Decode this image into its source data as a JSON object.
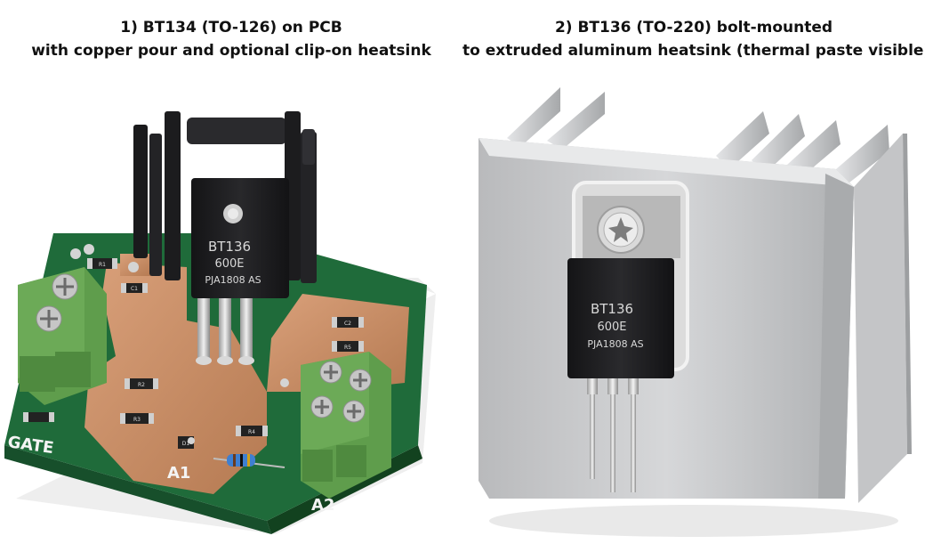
{
  "left_panel": {
    "caption_line1": "1) BT134 (TO-126) on PCB",
    "caption_line2": "with copper pour and optional clip-on heatsink",
    "device_marking": {
      "line1": "BT136",
      "line2": "600E",
      "line3": "PJA1808 AS"
    },
    "silkscreen": {
      "gate": "GATE",
      "a1": "A1",
      "a2": "A2"
    },
    "smd_labels": [
      "R1",
      "C1",
      "R2",
      "R3",
      "D1",
      "R4",
      "C2",
      "R5"
    ]
  },
  "right_panel": {
    "caption_line1": "2) BT136 (TO-220) bolt-mounted",
    "caption_line2": "to extruded aluminum heatsink (thermal paste visible)",
    "device_marking": {
      "line1": "BT136",
      "line2": "600E",
      "line3": "PJA1808 AS"
    }
  },
  "colors": {
    "pcb_green": "#1f6b3a",
    "copper": "#c98c62",
    "terminal_green": "#5f9d4c",
    "heatsink_black": "#1c1c1e",
    "aluminum": "#c9cacc",
    "package_black": "#1b1b1d"
  }
}
